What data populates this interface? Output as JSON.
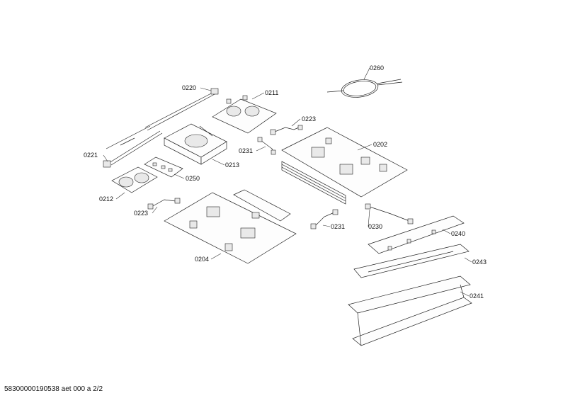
{
  "footer_text": "58300000190538 aet 000 a 2/2",
  "part_labels": {
    "p0260": "0260",
    "p0220": "0220",
    "p0211": "0211",
    "p0223a": "0223",
    "p0231a": "0231",
    "p0202": "0202",
    "p0221": "0221",
    "p0213": "0213",
    "p0250": "0250",
    "p0212": "0212",
    "p0223b": "0223",
    "p0231b": "0231",
    "p0230": "0230",
    "p0240": "0240",
    "p0204": "0204",
    "p0243": "0243",
    "p0241": "0241"
  }
}
